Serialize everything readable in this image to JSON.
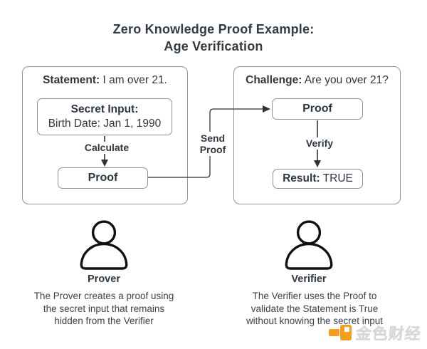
{
  "title": {
    "line1": "Zero Knowledge Proof Example:",
    "line2": "Age Verification"
  },
  "prover_panel": {
    "statement_label": "Statement:",
    "statement_text": " I am over 21.",
    "secret_input_label": "Secret Input:",
    "secret_input_value": "Birth Date: Jan 1, 1990",
    "calculate_label": "Calculate",
    "proof_label": "Proof"
  },
  "verifier_panel": {
    "challenge_label": "Challenge:",
    "challenge_text": " Are you over 21?",
    "proof_label": "Proof",
    "verify_label": "Verify",
    "result_label": "Result:",
    "result_value": " TRUE"
  },
  "send_proof": {
    "line1": "Send",
    "line2": "Proof"
  },
  "actors": {
    "prover": {
      "name": "Prover",
      "description_lines": [
        "The Prover creates a proof using",
        "the secret input that remains",
        "hidden from the Verifier"
      ]
    },
    "verifier": {
      "name": "Verifier",
      "description_lines": [
        "The Verifier uses the Proof to",
        "validate the Statement is True",
        "without knowing the secret input"
      ]
    }
  },
  "watermark": {
    "text": "金色财经",
    "accent_color": "#f29e1f",
    "text_color": "#d7d7d7"
  },
  "palette": {
    "text_dark": "#2f3842",
    "box_border": "#8f959c",
    "edge_line": "#434b55",
    "arrowhead": "#2b323b",
    "person_icon": "#111111",
    "background": "#ffffff"
  },
  "icons": {
    "prover_icon": "person-icon",
    "verifier_icon": "person-icon"
  }
}
